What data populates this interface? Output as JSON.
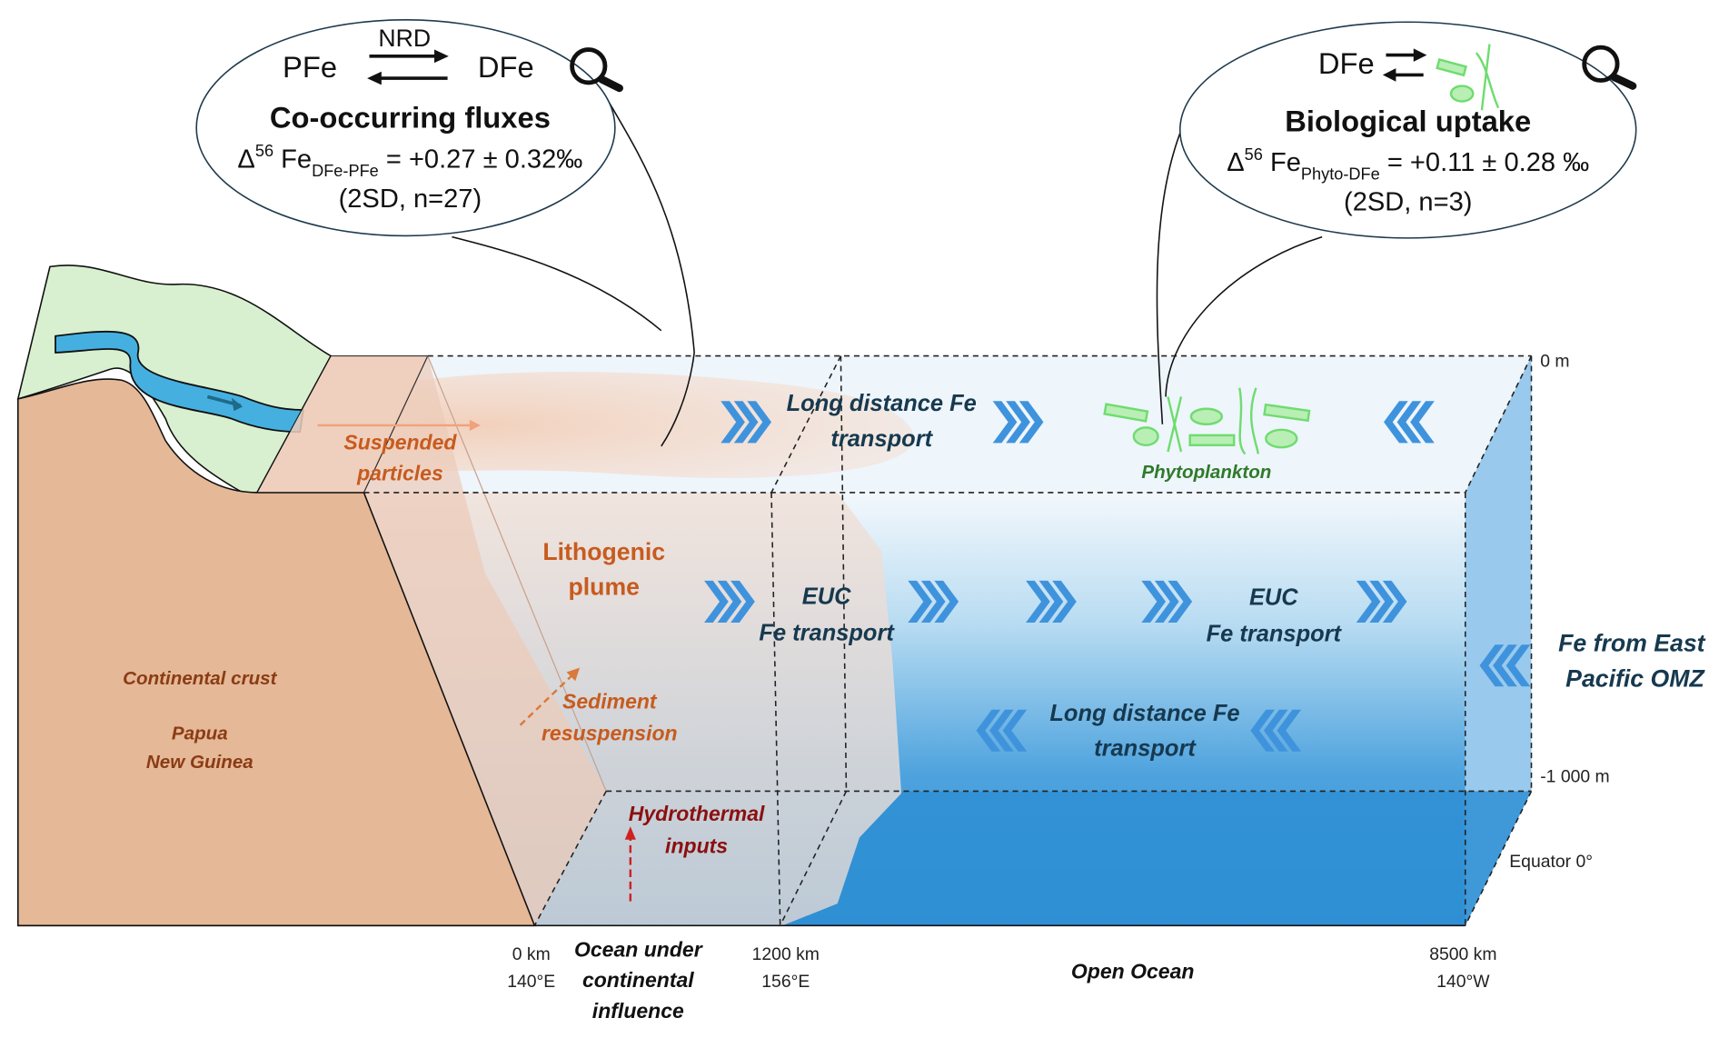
{
  "bubble_left": {
    "left_species": "PFe",
    "right_species": "DFe",
    "arrow_label": "NRD",
    "title": "Co-occurring fluxes",
    "delta": "Δ",
    "isotope": "56",
    "element": "Fe",
    "subscript": "DFe-PFe",
    "value": "= +0.27 ± 0.32‰",
    "stats": "(2SD, n=27)"
  },
  "bubble_right": {
    "species": "DFe",
    "title": "Biological uptake",
    "delta": "Δ",
    "isotope": "56",
    "element": "Fe",
    "subscript": "Phyto-DFe",
    "value": "= +0.11 ± 0.28 ‰",
    "stats": "(2SD, n=3)"
  },
  "labels": {
    "suspended": [
      "Suspended",
      "particles"
    ],
    "lithogenic": [
      "Lithogenic",
      "plume"
    ],
    "sediment": [
      "Sediment",
      "resuspension"
    ],
    "hydrothermal": [
      "Hydrothermal",
      "inputs"
    ],
    "crust": "Continental crust",
    "country": [
      "Papua",
      "New Guinea"
    ],
    "long_distance_top": [
      "Long distance Fe",
      "transport"
    ],
    "phytoplankton": "Phytoplankton",
    "euc_left": [
      "EUC",
      "Fe transport"
    ],
    "euc_right": [
      "EUC",
      "Fe transport"
    ],
    "long_distance_bottom": [
      "Long distance Fe",
      "transport"
    ],
    "omz": [
      "Fe from East",
      "Pacific OMZ"
    ]
  },
  "axis": {
    "depth_top": "0 m",
    "depth_bottom": "-1 000 m",
    "equator": "Equator 0°",
    "x0": [
      "0 km",
      "140°E"
    ],
    "x1": [
      "1200 km",
      "156°E"
    ],
    "x2": [
      "8500 km",
      "140°W"
    ],
    "zone_coastal": [
      "Ocean under",
      "continental",
      "influence"
    ],
    "zone_open": "Open Ocean"
  },
  "colors": {
    "crust": "#e5b897",
    "land": "#d8f0d0",
    "river": "#45b0e0",
    "ocean_deep": "#2f8fd4",
    "chevron": "#3f93dc",
    "phyto": "#6fdc6f"
  }
}
